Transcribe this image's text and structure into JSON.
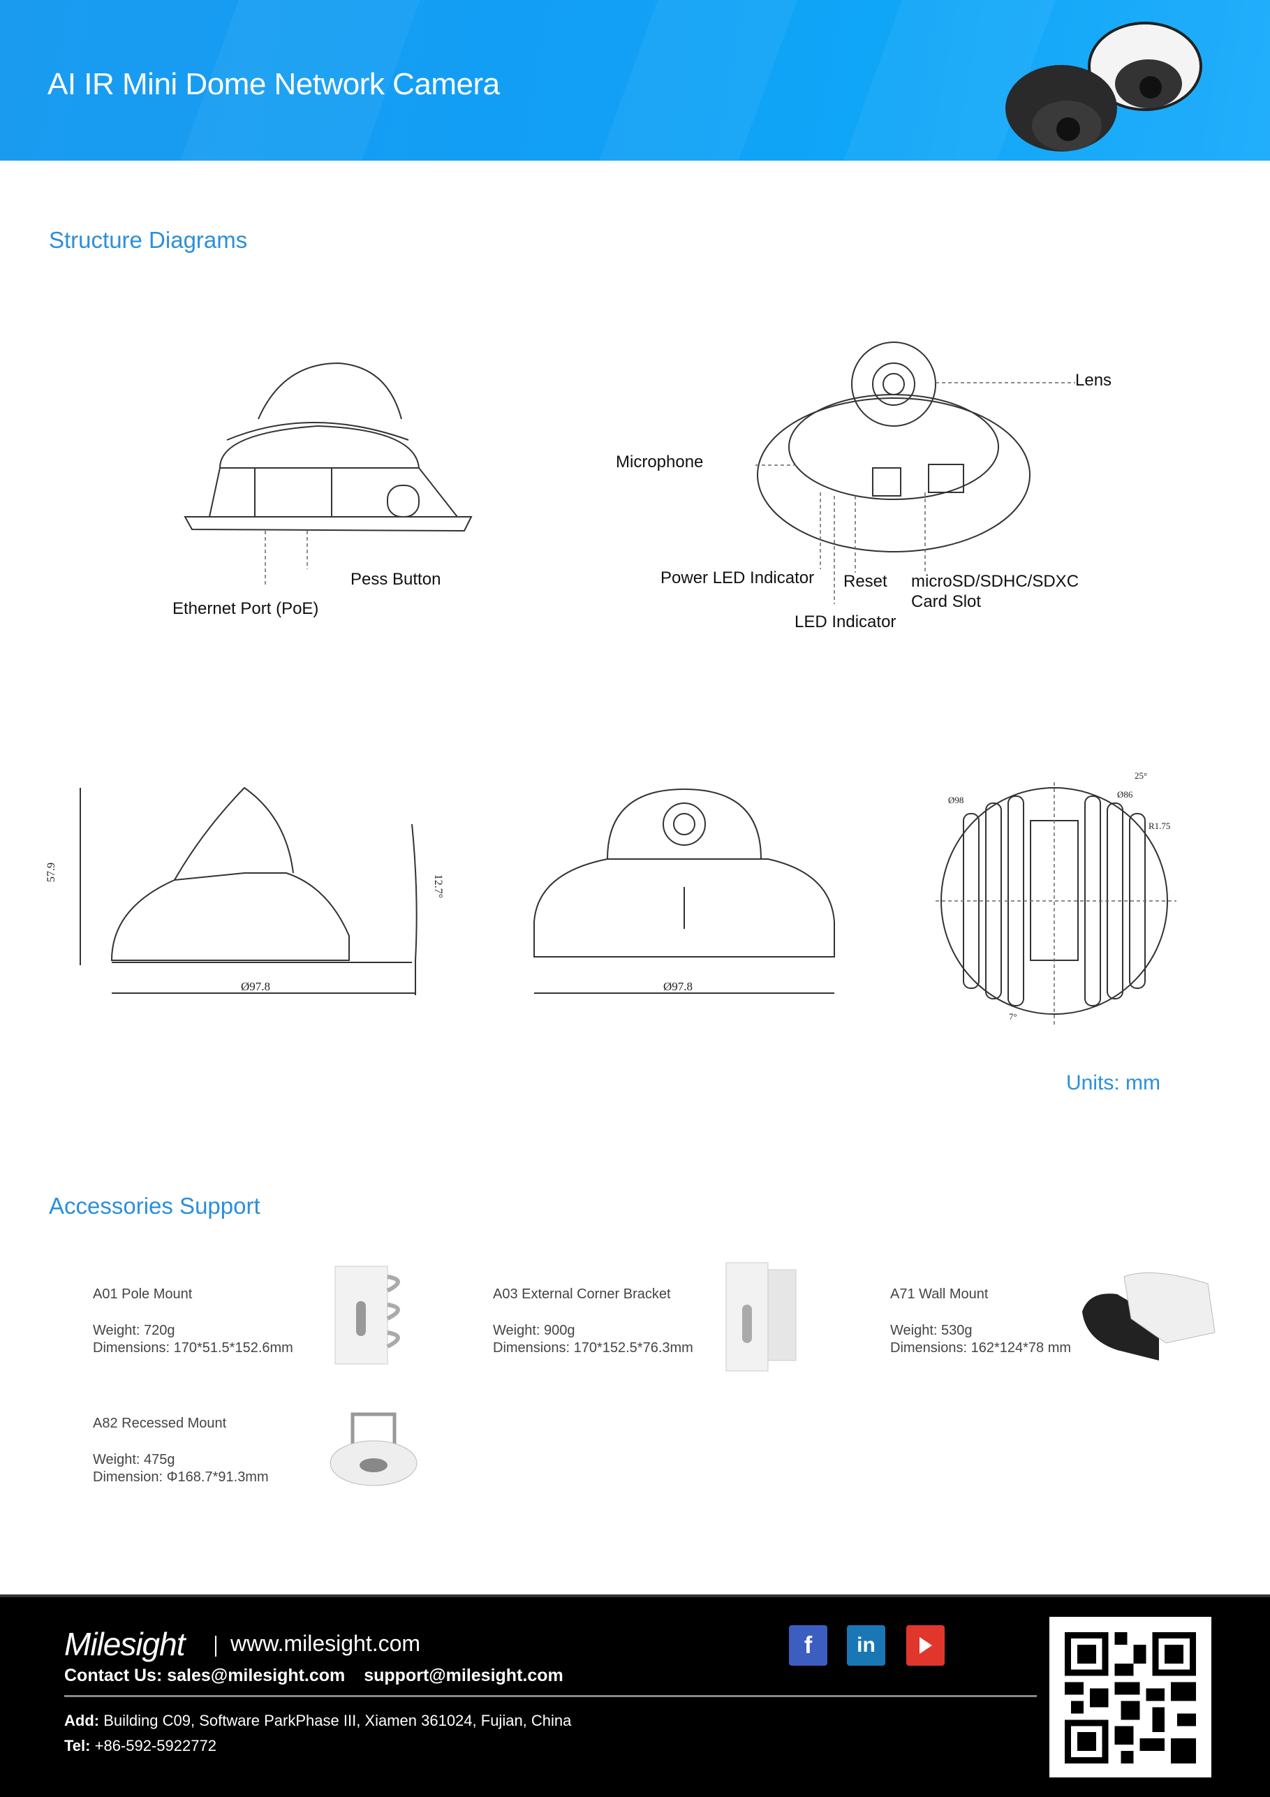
{
  "header": {
    "title": "AI IR Mini Dome Network Camera"
  },
  "structure": {
    "heading": "Structure Diagrams",
    "labels": {
      "ethernet": "Ethernet Port (PoE)",
      "press_button": "Pess Button",
      "lens": "Lens",
      "microphone": "Microphone",
      "power_led": "Power LED Indicator",
      "reset": "Reset",
      "sd_line1": "microSD/SDHC/SDXC",
      "sd_line2": "Card Slot",
      "led": "LED Indicator"
    },
    "dimensions": {
      "height": "57.9",
      "angle": "12.7°",
      "diameter_side": "Ø97.8",
      "diameter_front": "Ø97.8",
      "d98": "Ø98",
      "d86": "Ø86",
      "r175": "R1.75",
      "a25": "25°",
      "a7": "7°"
    },
    "units": "Units: mm"
  },
  "accessories": {
    "heading": "Accessories Support",
    "items": [
      {
        "name": "A01 Pole Mount",
        "weight": "Weight:  720g",
        "dims": "Dimensions: 170*51.5*152.6mm"
      },
      {
        "name": "A03 External Corner Bracket",
        "weight": "Weight:  900g",
        "dims": "Dimensions: 170*152.5*76.3mm"
      },
      {
        "name": "A71 Wall Mount",
        "weight": "Weight:  530g",
        "dims": "Dimensions: 162*124*78 mm"
      },
      {
        "name": "A82 Recessed Mount",
        "weight": "Weight: 475g",
        "dims": "Dimension: Φ168.7*91.3mm"
      }
    ]
  },
  "footer": {
    "logo": "Milesight",
    "website": "www.milesight.com",
    "contact_label": "Contact Us:",
    "sales": "sales@milesight.com",
    "support": "support@milesight.com",
    "add_label": "Add:",
    "address": "Building C09, Software ParkPhase III, Xiamen 361024, Fujian, China",
    "tel_label": "Tel:",
    "tel": "+86-592-5922772",
    "social": {
      "facebook": "f",
      "linkedin": "in"
    },
    "colors": {
      "facebook": "#3b5ec0",
      "linkedin": "#1a77b5",
      "youtube": "#e0362c"
    }
  }
}
